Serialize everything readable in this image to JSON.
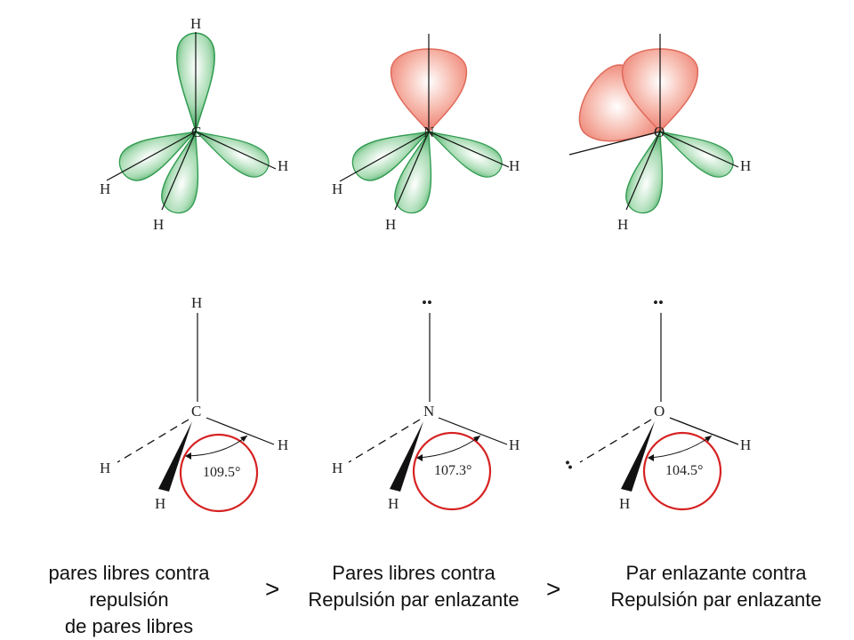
{
  "atoms": {
    "h": "H",
    "c": "C",
    "n": "N",
    "o": "O"
  },
  "angles": {
    "methane": "109.5°",
    "ammonia": "107.3°",
    "water": "104.5°"
  },
  "lone_pair_glyph": "••",
  "captions": {
    "left": [
      "pares libres contra",
      "repulsión",
      "de pares libres"
    ],
    "middle": [
      "Pares libres contra",
      "Repulsión par enlazante"
    ],
    "right": [
      "Par enlazante contra",
      "Repulsión par enlazante"
    ]
  },
  "comparison_symbol": ">",
  "colors": {
    "bond_orbital": "#2e9a4e",
    "lone_pair_orbital": "#e8685a",
    "angle_circle": "#d62222"
  }
}
